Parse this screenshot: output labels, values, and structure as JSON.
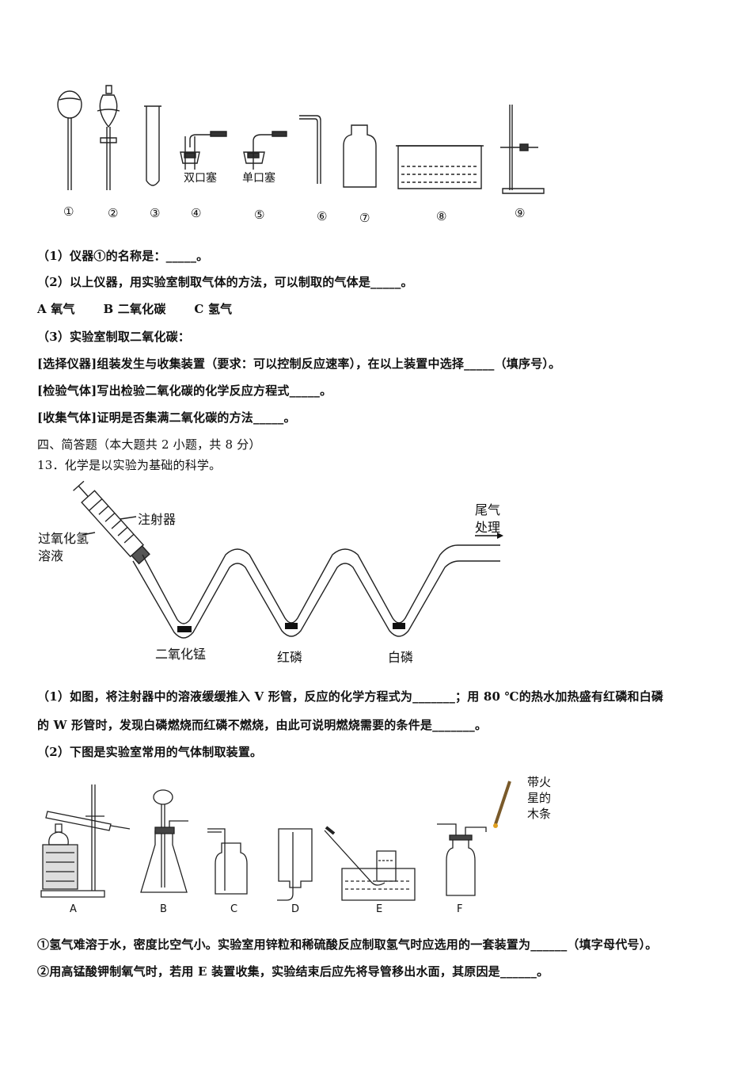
{
  "figure1": {
    "numbers": [
      "①",
      "②",
      "③",
      "④",
      "⑤",
      "⑥",
      "⑦",
      "⑧",
      "⑨"
    ],
    "stopper_double": "双口塞",
    "stopper_single": "单口塞"
  },
  "q12": {
    "p1": "（1）仪器①的名称是：_____。",
    "p2": "（2）以上仪器，用实验室制取气体的方法，可以制取的气体是_____。",
    "options": "A 氧气　　 B 二氧化碳　　 C 氢气",
    "p3": "（3）实验室制取二氧化碳：",
    "select": "[选择仪器]组装发生与收集装置（要求：可以控制反应速率），在以上装置中选择_____（填序号）。",
    "test": "[检验气体]写出检验二氧化碳的化学反应方程式_____。",
    "collect": "[收集气体]证明是否集满二氧化碳的方法_____。"
  },
  "section4": {
    "title": "四、简答题（本大题共 2 小题，共 8 分）",
    "q13": "13．化学是以实验为基础的科学。"
  },
  "figure2": {
    "syringe": "注射器",
    "h2o2_line1": "过氧化氢",
    "h2o2_line2": "溶液",
    "tail_line1": "尾气",
    "tail_line2": "处理",
    "mno2": "二氧化锰",
    "red_p": "红磷",
    "white_p": "白磷"
  },
  "q13": {
    "p1a": "（1）如图，将注射器中的溶液缓缓推入 V 形管，反应的化学方程式为_______；用 80 ℃的热水加热盛有红磷和白磷",
    "p1b": "的 W 形管时，发现白磷燃烧而红磷不燃烧，由此可说明燃烧需要的条件是_______。",
    "p2": "（2）下图是实验室常用的气体制取装置。"
  },
  "figure3": {
    "labels": [
      "A",
      "B",
      "C",
      "D",
      "E",
      "F"
    ],
    "splint_1": "带火",
    "splint_2": "星的",
    "splint_3": "木条"
  },
  "q13b": {
    "i1": "①氢气难溶于水，密度比空气小。实验室用锌粒和稀硫酸反应制取氢气时应选用的一套装置为______（填字母代号）。",
    "i2": "②用高锰酸钾制氧气时，若用 E 装置收集，实验结束后应先将导管移出水面，其原因是______。"
  }
}
